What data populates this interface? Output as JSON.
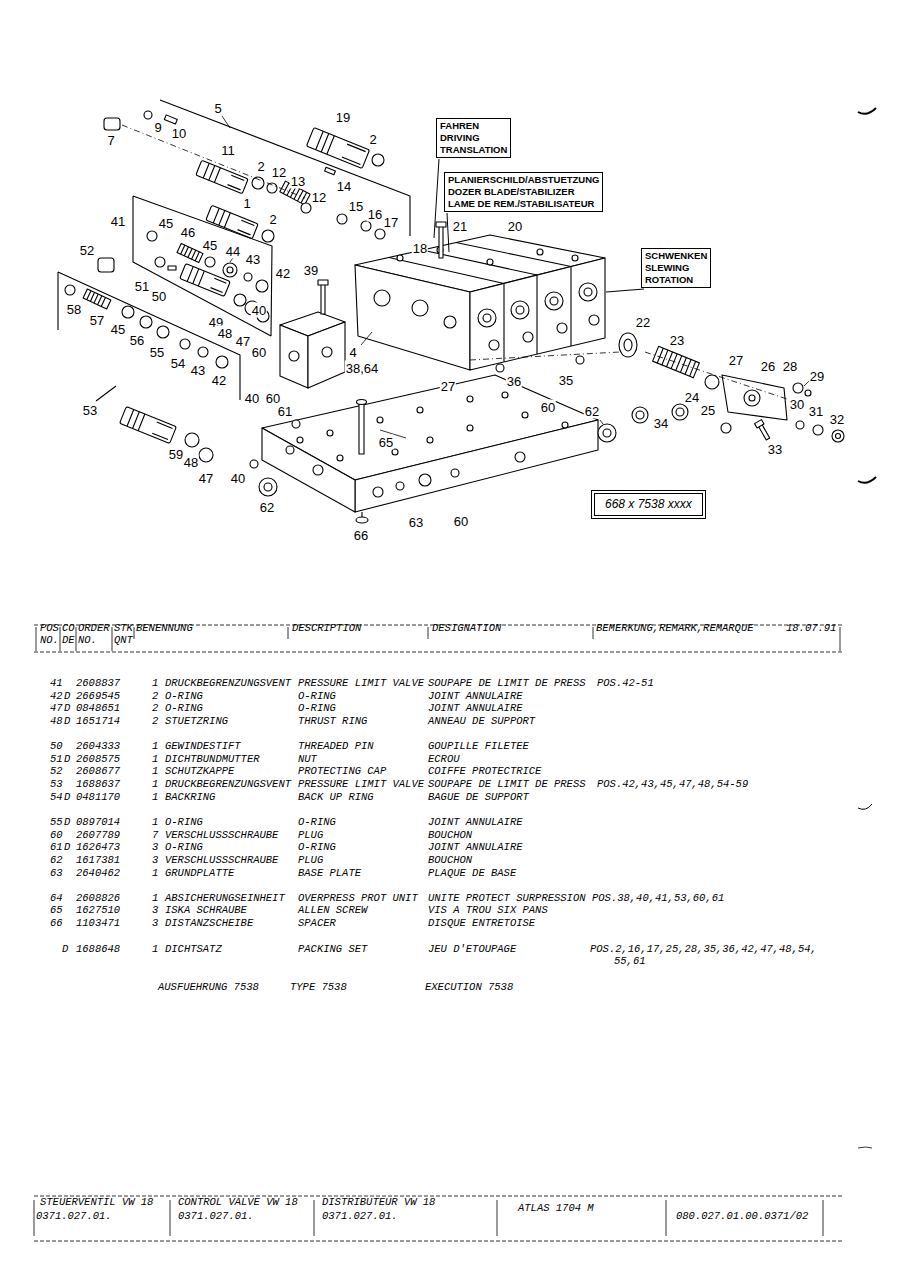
{
  "diagram": {
    "nodes": [
      {
        "text": [
          "FAHREN",
          "DRIVING",
          "TRANSLATION"
        ]
      },
      {
        "text": [
          "PLANIERSCHILD/ABSTUETZUNG",
          "DOZER BLADE/STABILIZER",
          "LAME DE REM./STABILISATEUR"
        ]
      },
      {
        "text": [
          "SCHWENKEN",
          "SLEWING",
          "ROTATION"
        ]
      },
      {
        "text": [
          "668 x 7538 xxxx"
        ]
      }
    ],
    "labels": [
      "5",
      "19",
      "2",
      "9",
      "10",
      "7",
      "11",
      "2",
      "12",
      "13",
      "14",
      "12",
      "15",
      "16",
      "17",
      "21",
      "1",
      "2",
      "41",
      "45",
      "46",
      "20",
      "18",
      "45",
      "44",
      "43",
      "52",
      "39",
      "42",
      "51",
      "50",
      "40",
      "49",
      "48",
      "58",
      "57",
      "45",
      "47",
      "56",
      "60",
      "55",
      "4",
      "38,64",
      "54",
      "43",
      "42",
      "22",
      "23",
      "27",
      "26",
      "28",
      "29",
      "60",
      "27",
      "36",
      "35",
      "24",
      "25",
      "30",
      "31",
      "32",
      "53",
      "40",
      "61",
      "60",
      "62",
      "34",
      "65",
      "33",
      "59",
      "48",
      "47",
      "40",
      "62",
      "63",
      "60",
      "66",
      "POS",
      "CO",
      "ORDER",
      "STK",
      "BENENNUNG",
      "DESCRIPTION",
      "DESIGNATION",
      "BEMERKUNG,REMARK,REMARQUE",
      "18.07.91",
      "NO.",
      "DE",
      "NO.",
      "QNT",
      "41",
      "2608837",
      "1",
      "DRUCKBEGRENZUNGSVENT",
      "PRESSURE LIMIT VALVE",
      "SOUPAPE DE LIMIT DE PRESS",
      "POS.42-51",
      "42",
      "D",
      "2669545",
      "2",
      "O-RING",
      "O-RING",
      "JOINT ANNULAIRE",
      "47",
      "D",
      "0848651",
      "2",
      "O-RING",
      "O-RING",
      "JOINT ANNULAIRE",
      "48",
      "D",
      "1651714",
      "2",
      "STUETZRING",
      "THRUST RING",
      "ANNEAU DE SUPPORT",
      "50",
      "2604333",
      "1",
      "GEWINDESTIFT",
      "THREADED PIN",
      "GOUPILLE FILETEE",
      "51",
      "D",
      "2608575",
      "1",
      "DICHTBUNDMUTTER",
      "NUT",
      "ECROU",
      "52",
      "2608677",
      "1",
      "SCHUTZKAPPE",
      "PROTECTING CAP",
      "COIFFE PROTECTRICE",
      "53",
      "1688637",
      "1",
      "DRUCKBEGRENZUNGSVENT",
      "PRESSURE LIMIT VALVE",
      "SOUPAPE DE LIMIT DE PRESS",
      "POS.42,43,45,47,48,54-59",
      "54",
      "D",
      "0481170",
      "1",
      "BACKRING",
      "BACK UP RING",
      "BAGUE DE SUPPORT",
      "55",
      "D",
      "0897014",
      "1",
      "O-RING",
      "O-RING",
      "JOINT ANNULAIRE",
      "60",
      "2607789",
      "7",
      "VERSCHLUSSSCHRAUBE",
      "PLUG",
      "BOUCHON",
      "61",
      "D",
      "1626473",
      "3",
      "O-RING",
      "O-RING",
      "JOINT ANNULAIRE",
      "62",
      "1617381",
      "3",
      "VERSCHLUSSSCHRAUBE",
      "PLUG",
      "BOUCHON",
      "63",
      "2640462",
      "1",
      "GRUNDPLATTE",
      "BASE PLATE",
      "PLAQUE DE BASE",
      "64",
      "2608826",
      "1",
      "ABSICHERUNGSEINHEIT",
      "OVERPRESS PROT UNIT",
      "UNITE PROTECT SURPRESSION",
      "POS.38,40,41,53,60,61",
      "65",
      "1627510",
      "3",
      "ISKA SCHRAUBE",
      "ALLEN SCREW",
      "VIS A TROU SIX PANS",
      "66",
      "1103471",
      "3",
      "DISTANZSCHEIBE",
      "SPACER",
      "DISQUE ENTRETOISE",
      "D",
      "1688648",
      "1",
      "DICHTSATZ",
      "PACKING SET",
      "JEU D'ETOUPAGE",
      "POS.2,16,17,25,28,35,36,42,47,48,54,",
      "55,61",
      "AUSFUEHRUNG 7538",
      "TYPE 7538",
      "EXECUTION 7538",
      "STEUERVENTIL VW 18",
      "CONTROL VALVE VW 18",
      "DISTRIBUTEUR VW 18",
      "ATLAS 1704 M",
      "0371.027.01.",
      "0371.027.01.",
      "0371.027.01.",
      "080.027.01.00.0371/02"
    ]
  }
}
